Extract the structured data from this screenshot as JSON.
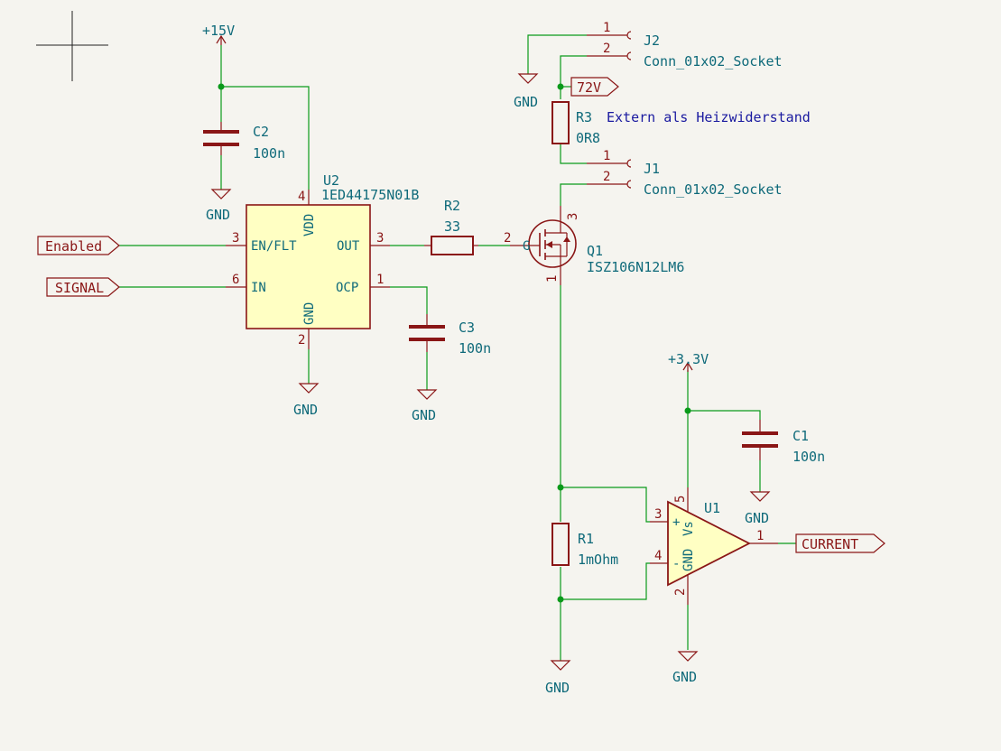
{
  "symbols": {
    "pwr_15v": "+15V",
    "pwr_3v3": "+3.3V",
    "gnd": "GND",
    "lbl_72v": "72V"
  },
  "global_labels": {
    "enabled": "Enabled",
    "signal": "SIGNAL",
    "current": "CURRENT"
  },
  "components": {
    "c2": {
      "ref": "C2",
      "value": "100n"
    },
    "c3": {
      "ref": "C3",
      "value": "100n"
    },
    "c1": {
      "ref": "C1",
      "value": "100n"
    },
    "u2": {
      "ref": "U2",
      "value": "1ED44175N01B",
      "pins": {
        "vdd": "VDD",
        "en": "EN/FLT",
        "in": "IN",
        "gnd": "GND",
        "out": "OUT",
        "ocp": "OCP"
      },
      "pin_numbers": {
        "vdd": "4",
        "en": "3",
        "in": "6",
        "gnd": "2",
        "out": "3",
        "ocp": "1"
      }
    },
    "r2": {
      "ref": "R2",
      "value": "33",
      "pin_numbers": {
        "b": "2"
      }
    },
    "q1": {
      "ref": "Q1",
      "value": "ISZ106N12LM6",
      "pins": {
        "g": "G"
      },
      "pin_numbers": {
        "s": "1",
        "d": "3"
      }
    },
    "r3": {
      "ref": "R3",
      "value": "0R8",
      "note": "Extern als Heizwiderstand"
    },
    "j2": {
      "ref": "J2",
      "value": "Conn_01x02_Socket",
      "pin_numbers": {
        "p1": "1",
        "p2": "2"
      }
    },
    "j1": {
      "ref": "J1",
      "value": "Conn_01x02_Socket",
      "pin_numbers": {
        "p1": "1",
        "p2": "2"
      }
    },
    "r1": {
      "ref": "R1",
      "value": "1mOhm"
    },
    "u1": {
      "ref": "U1",
      "pins": {
        "plus": "+",
        "minus": "-",
        "vs": "Vs",
        "gnd": "GND"
      },
      "pin_numbers": {
        "in_p": "3",
        "in_n": "4",
        "vs": "5",
        "gnd": "2",
        "out": "1"
      }
    }
  }
}
